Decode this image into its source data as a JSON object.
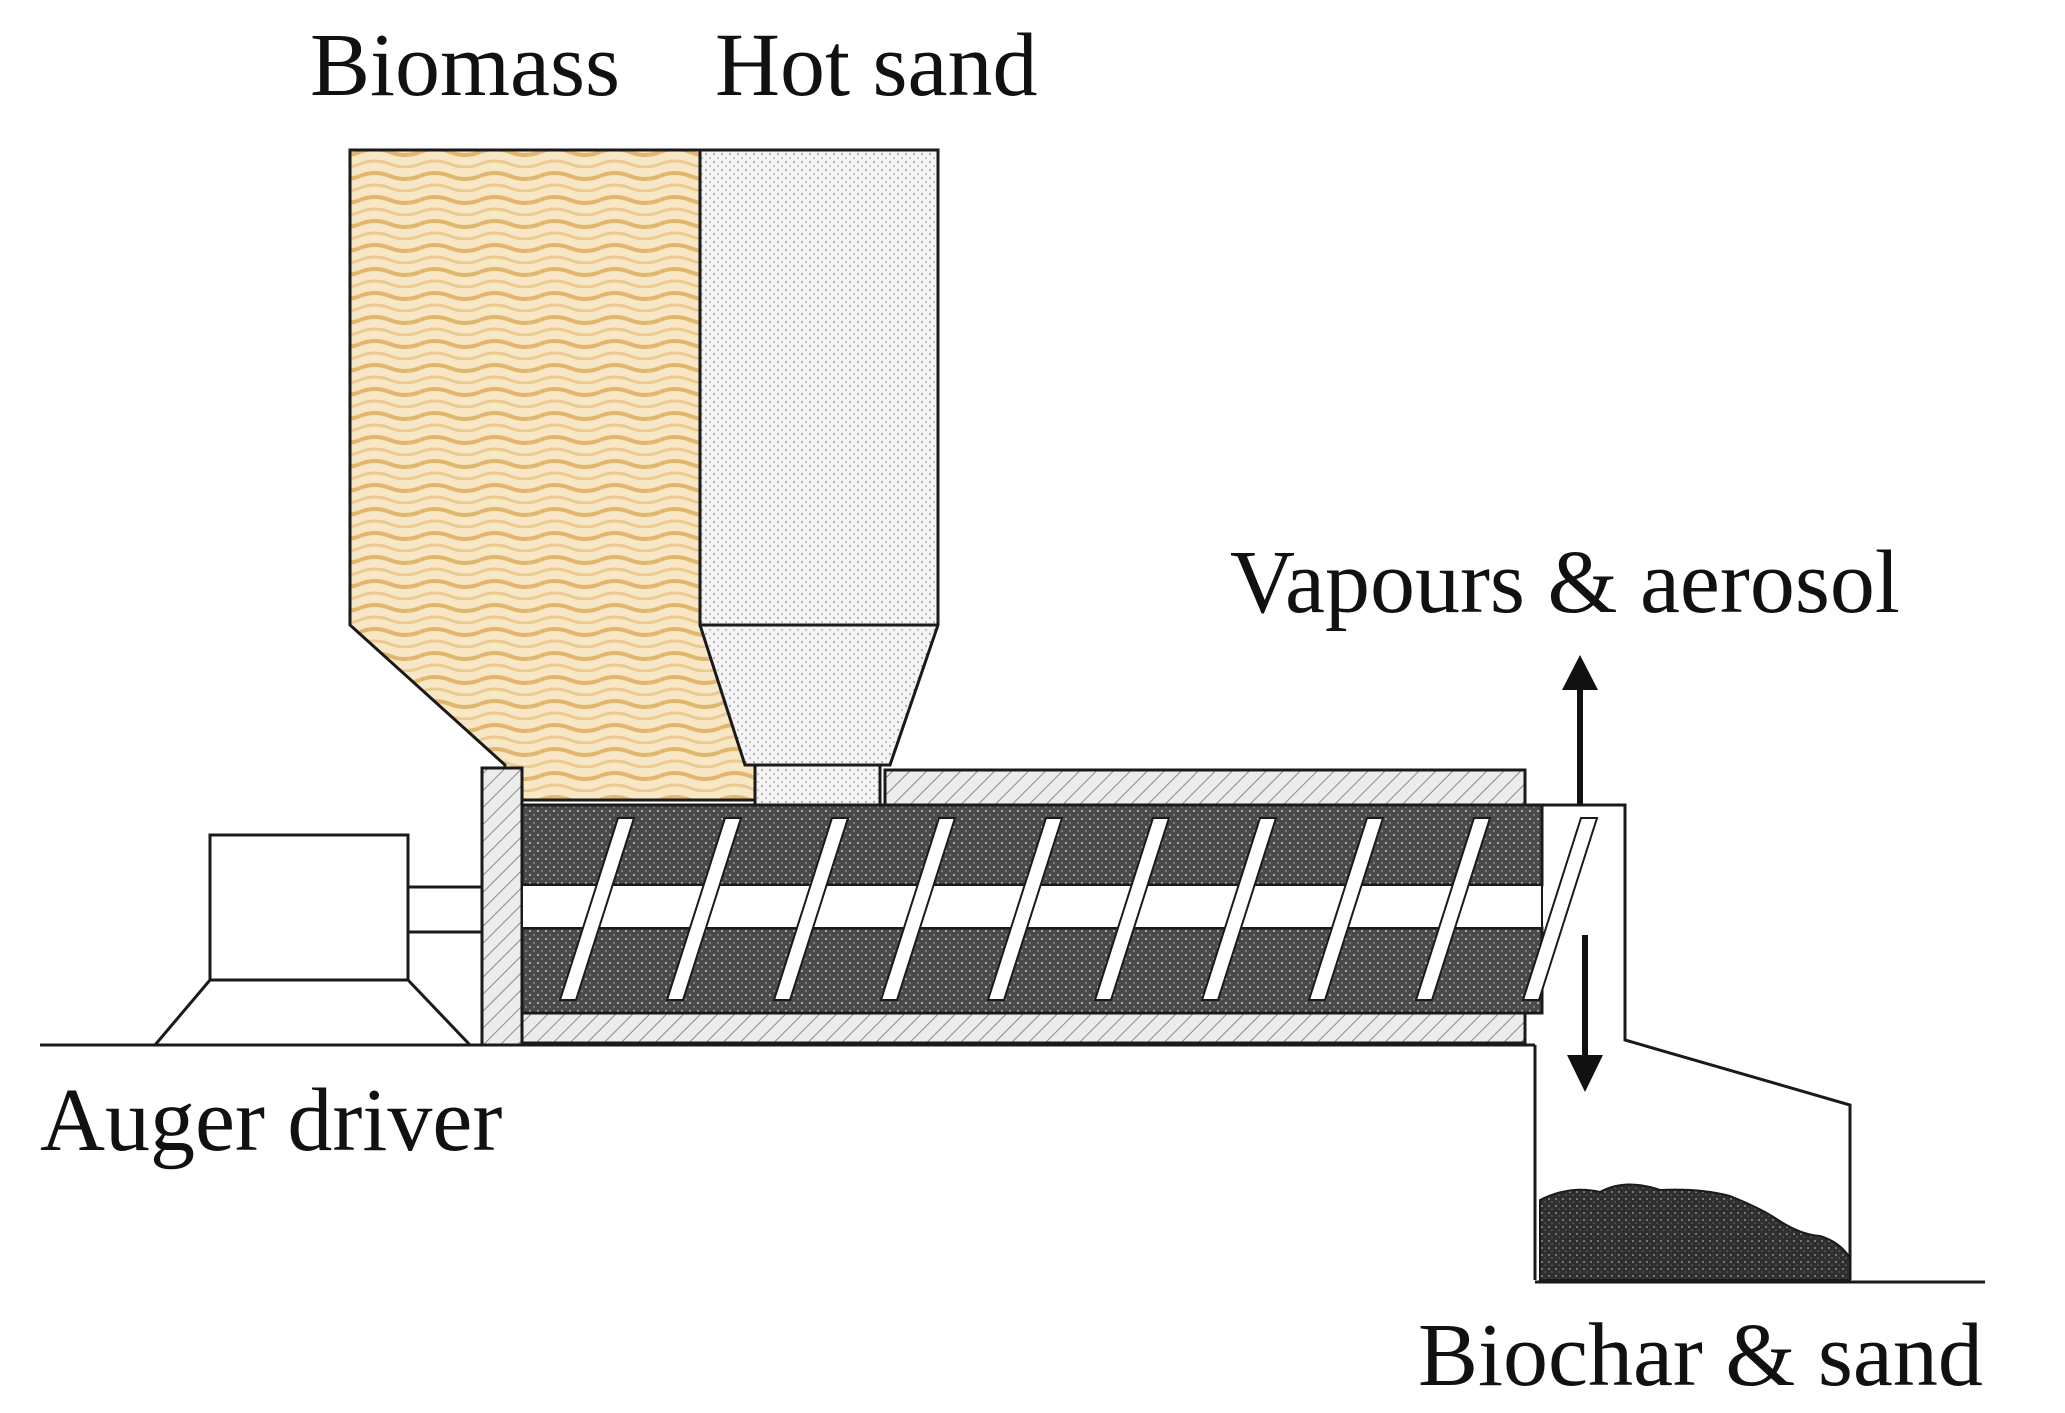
{
  "labels": {
    "biomass": "Biomass",
    "hot_sand": "Hot sand",
    "vapours": "Vapours & aerosol",
    "auger_driver": "Auger driver",
    "biochar_sand": "Biochar & sand"
  },
  "colors": {
    "biomass_fill": "#f7e7c4",
    "biomass_stripe": "#e2b66f",
    "sand_fill": "#f4f4f4",
    "sand_dot": "#9a9a9a",
    "char_fill": "#4a4a4a",
    "char_dot": "#c8c8c8",
    "hatch_fill": "#ececec",
    "line": "#1a1a1a"
  },
  "icons": {
    "vapour_arrow": "arrow-up-icon",
    "char_arrow": "arrow-down-icon"
  }
}
